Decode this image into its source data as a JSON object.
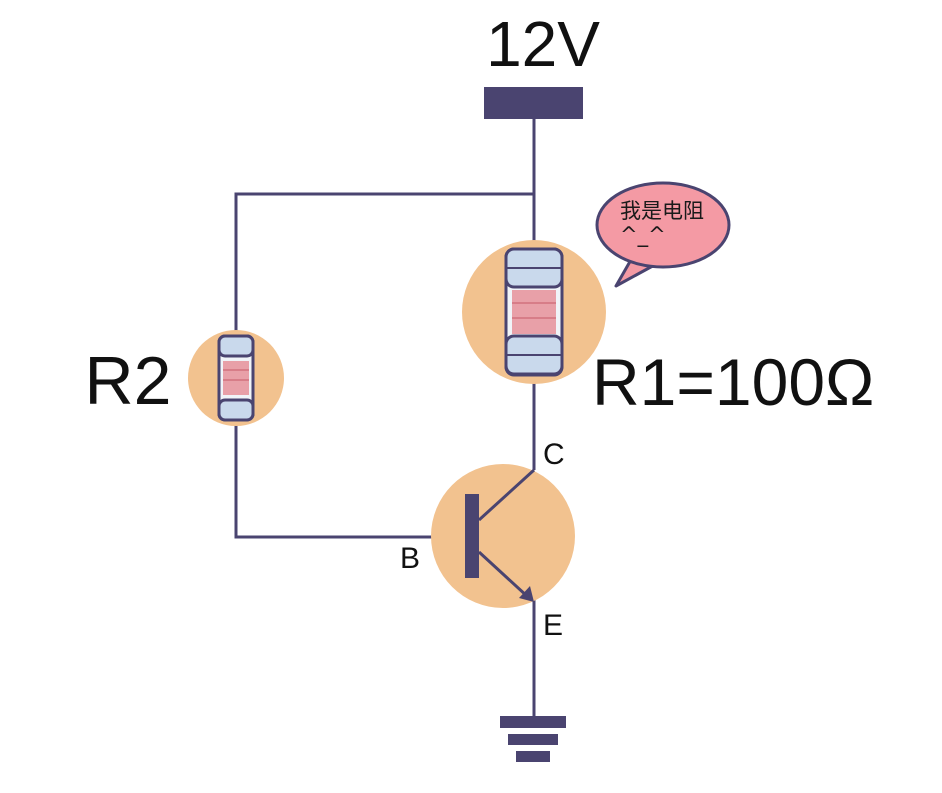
{
  "supply": {
    "label": "12V"
  },
  "resistors": {
    "r1": {
      "label": "R1=100Ω"
    },
    "r2": {
      "label": "R2"
    }
  },
  "speech_bubble": {
    "line1": "我是电阻",
    "line2": "^_^"
  },
  "transistor": {
    "collector": "C",
    "base": "B",
    "emitter": "E"
  },
  "colors": {
    "wire": "#4a4470",
    "halo": "#f2c28f",
    "resistor_cap": "#c9d9ec",
    "resistor_band": "#e8a0a8",
    "bubble_fill": "#f49aa4"
  }
}
